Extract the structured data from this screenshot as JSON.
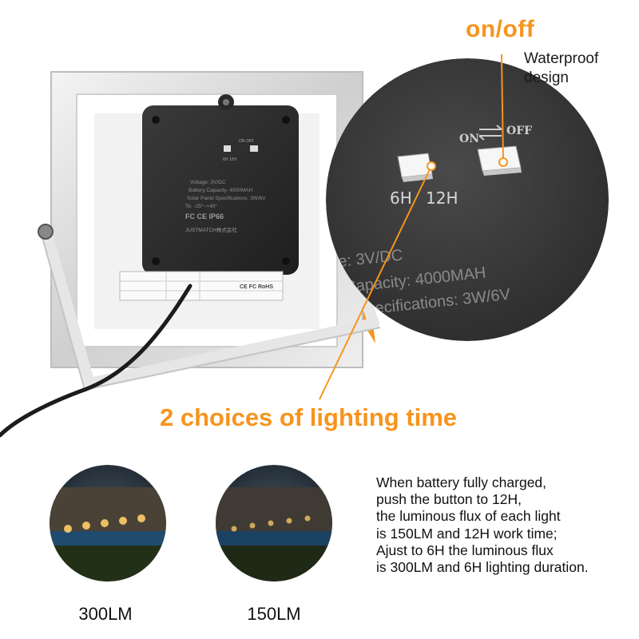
{
  "labels": {
    "switch_title": "on/off",
    "waterproof_line1": "Waterproof",
    "waterproof_line2": "design",
    "lighting_choices": "2 choices of lighting time"
  },
  "zoom": {
    "switch_on": "ON",
    "switch_off": "OFF",
    "mode_6h": "6H",
    "mode_12h": "12H",
    "spec_voltage": "e: 3V/DC",
    "spec_capacity": "Capacity: 4000MAH",
    "spec_panel": "l Specifications: 3W/6V"
  },
  "device": {
    "switch_labels": "ON   OFF",
    "mode_labels": "6H  12H",
    "voltage": "Voltage: 3V/DC",
    "capacity": "Battery Capacity: 4000MAH",
    "panel_spec": "Solar Panel Specifications: 3W/6V",
    "temp": "Te: -25°~+40°",
    "certs": "FC  CE  IP66",
    "brand": "JUSTMATCH株式会社",
    "sticker_cert": "CE  FC  RoHS"
  },
  "description": [
    "When battery fully charged,",
    "push the button to 12H,",
    "the luminous flux of each light",
    "is 150LM and 12H work time;",
    "Ajust to 6H the luminous flux",
    "is 300LM and 6H lighting duration."
  ],
  "photos": [
    {
      "caption": "300LM"
    },
    {
      "caption": "150LM"
    }
  ],
  "colors": {
    "accent": "#f7941d",
    "housing": "#2b2b2b",
    "frame": "#d9d9d9"
  }
}
